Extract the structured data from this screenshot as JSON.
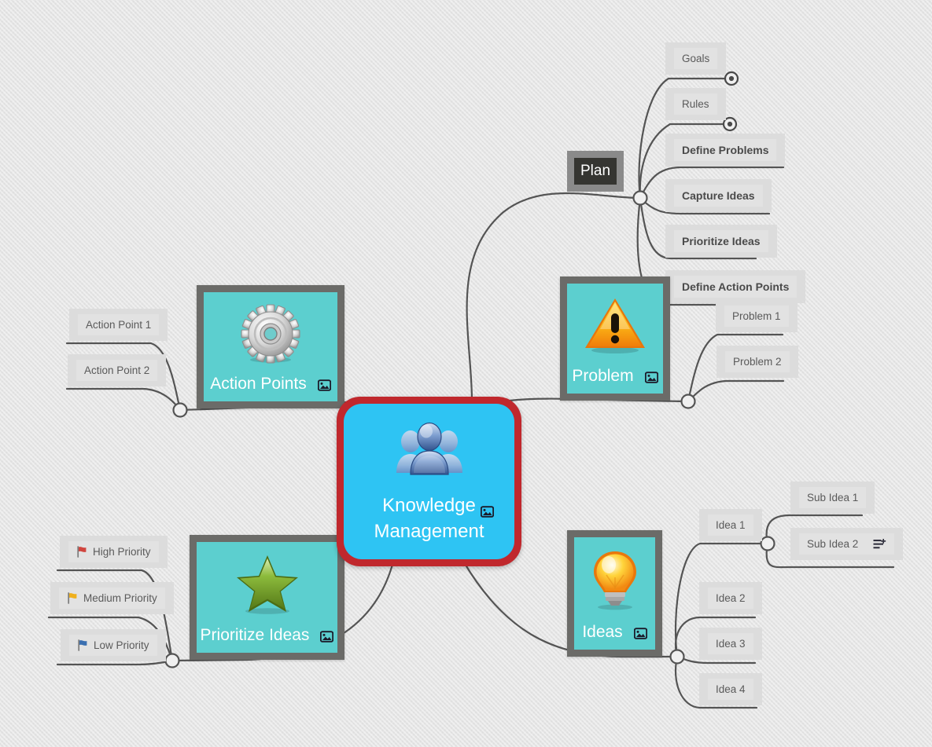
{
  "canvas": {
    "background_color": "#e4e4e4",
    "line_color": "#545454"
  },
  "central": {
    "title_line1": "Knowledge",
    "title_line2": "Management",
    "icon": "users-icon",
    "badge_icon": "picture-icon",
    "fill_color": "#2ec4f3",
    "border_color": "#c0282d"
  },
  "branches": [
    {
      "name": "plan",
      "label": "Plan",
      "type": "dark-text-node",
      "fill_color": "#353531",
      "border_color": "#8a8a8a",
      "children": [
        {
          "label": "Goals",
          "style": "plain",
          "end_marker": "dot"
        },
        {
          "label": "Rules",
          "style": "plain",
          "end_marker": "dot"
        },
        {
          "label": "Define Problems",
          "style": "bold"
        },
        {
          "label": "Capture Ideas",
          "style": "bold"
        },
        {
          "label": "Prioritize Ideas",
          "style": "bold"
        },
        {
          "label": "Define Action Points",
          "style": "bold"
        }
      ]
    },
    {
      "name": "problem",
      "label": "Problem",
      "type": "picture-node",
      "icon": "warning-triangle-icon",
      "badge_icon": "picture-icon",
      "fill_color": "#5ccfcf",
      "border_color": "#6b6b68",
      "children": [
        {
          "label": "Problem 1",
          "style": "plain"
        },
        {
          "label": "Problem 2",
          "style": "plain"
        }
      ]
    },
    {
      "name": "action-points",
      "label": "Action Points",
      "type": "picture-node",
      "icon": "gear-icon",
      "badge_icon": "picture-icon",
      "fill_color": "#5ccfcf",
      "border_color": "#6b6b68",
      "children": [
        {
          "label": "Action Point 1",
          "style": "plain"
        },
        {
          "label": "Action Point 2",
          "style": "plain"
        }
      ]
    },
    {
      "name": "prioritize-ideas",
      "label": "Prioritize Ideas",
      "type": "picture-node",
      "icon": "star-icon",
      "badge_icon": "picture-icon",
      "fill_color": "#5ccfcf",
      "border_color": "#6b6b68",
      "children": [
        {
          "label": "High Priority",
          "style": "plain",
          "flag_icon": "flag-red",
          "flag_color": "#d0453e"
        },
        {
          "label": "Medium Priority",
          "style": "plain",
          "flag_icon": "flag-yellow",
          "flag_color": "#efb01d"
        },
        {
          "label": "Low Priority",
          "style": "plain",
          "flag_icon": "flag-blue",
          "flag_color": "#3a6fb0"
        }
      ]
    },
    {
      "name": "ideas",
      "label": "Ideas",
      "type": "picture-node",
      "icon": "lightbulb-icon",
      "badge_icon": "picture-icon",
      "fill_color": "#5ccfcf",
      "border_color": "#6b6b68",
      "children": [
        {
          "label": "Idea 1",
          "style": "plain",
          "children": [
            {
              "label": "Sub Idea 1",
              "style": "plain"
            },
            {
              "label": "Sub Idea 2",
              "style": "plain",
              "note_icon": "add-note-icon"
            }
          ]
        },
        {
          "label": "Idea 2",
          "style": "plain"
        },
        {
          "label": "Idea 3",
          "style": "plain"
        },
        {
          "label": "Idea 4",
          "style": "plain"
        }
      ]
    }
  ]
}
